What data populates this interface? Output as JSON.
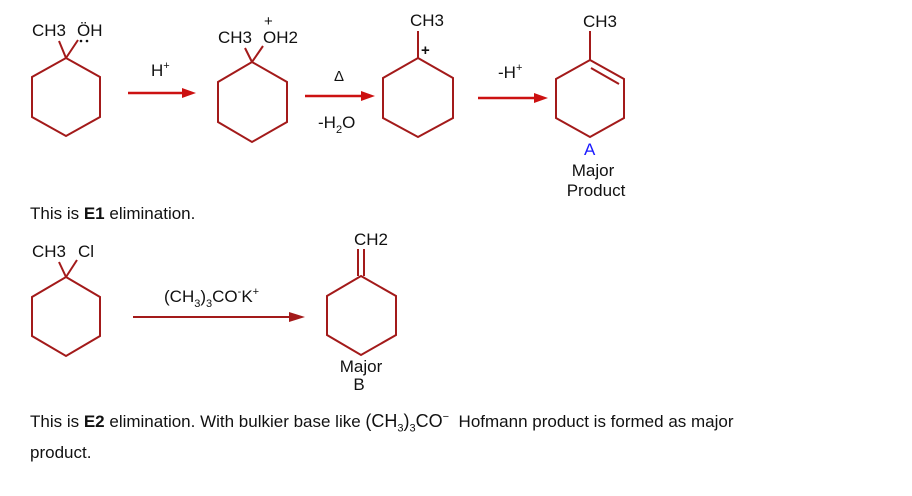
{
  "scheme1": {
    "reactant": {
      "left": "CH3",
      "right": "ÖH"
    },
    "step1_reagent": {
      "main": "H",
      "sup": "+"
    },
    "intermediate1": {
      "left": "CH3",
      "right": "OH2",
      "charge": "+"
    },
    "step2_reagent_top": "Δ",
    "step2_reagent_bottom": {
      "pre": "-H",
      "sub": "2",
      "post": "O"
    },
    "intermediate2": {
      "group": "CH3",
      "charge": "+"
    },
    "step3_reagent": {
      "main": "-H",
      "sup": "+"
    },
    "product": {
      "group": "CH3",
      "letter": "A",
      "line1": "Major",
      "line2": "Product"
    },
    "colors": {
      "bond": "#a31a1a",
      "arrow": "#cc1111",
      "letter": "#1a1aff"
    }
  },
  "caption1": {
    "pre": "This is ",
    "bold": "E1",
    "post": " elimination."
  },
  "scheme2": {
    "reactant": {
      "left": "CH3",
      "right": "Cl"
    },
    "reagent": {
      "a": "(CH",
      "sub1": "3",
      "b": ")",
      "sub2": "3",
      "c": "CO",
      "sup1": "-",
      "d": "K",
      "sup2": "+"
    },
    "product": {
      "group": "CH2",
      "line1": "Major",
      "letter": "B"
    }
  },
  "caption2": {
    "pre": "This is ",
    "bold": "E2",
    "mid": " elimination. With bulkier base like ",
    "formula": {
      "a": "(CH",
      "sub1": "3",
      "b": ")",
      "sub2": "3",
      "c": "CO",
      "sup": "−"
    },
    "post": "  Hofmann product is formed as major",
    "line2": "product."
  }
}
